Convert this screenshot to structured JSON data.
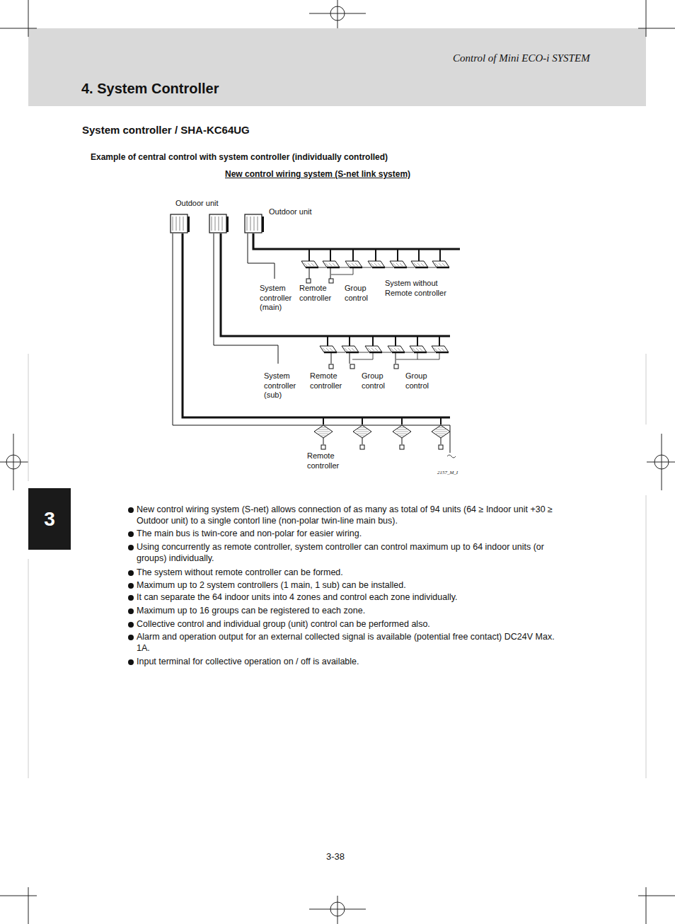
{
  "diagram": {
    "title": "4. System Controller",
    "nodes": [
      {
        "text": [
          "3"
        ]
      }
    ],
    "labels": [
      "Control of Mini ECO-i SYSTEM",
      "System controller / SHA-KC64UG",
      "Example of central control with system controller (individually controlled)",
      "New control wiring system (S-net link system)",
      "Outdoor unit",
      "Outdoor unit",
      "System controller (main)",
      "Remote controller",
      "Group control",
      "System without Remote controller",
      "System controller (sub)",
      "Remote controller",
      "Group control",
      "Group control",
      "Remote controller",
      "2157_M_I",
      "New control wiring system (S-net) allows connection of as many as total of 94 units (64 ≥ Indoor unit +30 ≥ Outdoor unit) to a single contorl line (non-polar twin-line main bus).",
      "The main bus is twin-core and non-polar for easier wiring.",
      "Using concurrently as remote controller, system controller can control maximum up to 64 indoor units (or groups) individually.",
      "The system without remote controller can be formed.",
      "Maximum up to 2 system controllers (1 main, 1 sub) can be installed.",
      "It can separate the 64 indoor units into 4 zones and control each zone individually.",
      "Maximum up to 16 groups can be registered to each zone.",
      "Collective control and individual group (unit) control can be performed also.",
      "Alarm and operation output for an external collected signal is available (potential free contact) DC24V Max. 1A.",
      "Input terminal for collective operation on / off is available.",
      "3-38"
    ]
  }
}
